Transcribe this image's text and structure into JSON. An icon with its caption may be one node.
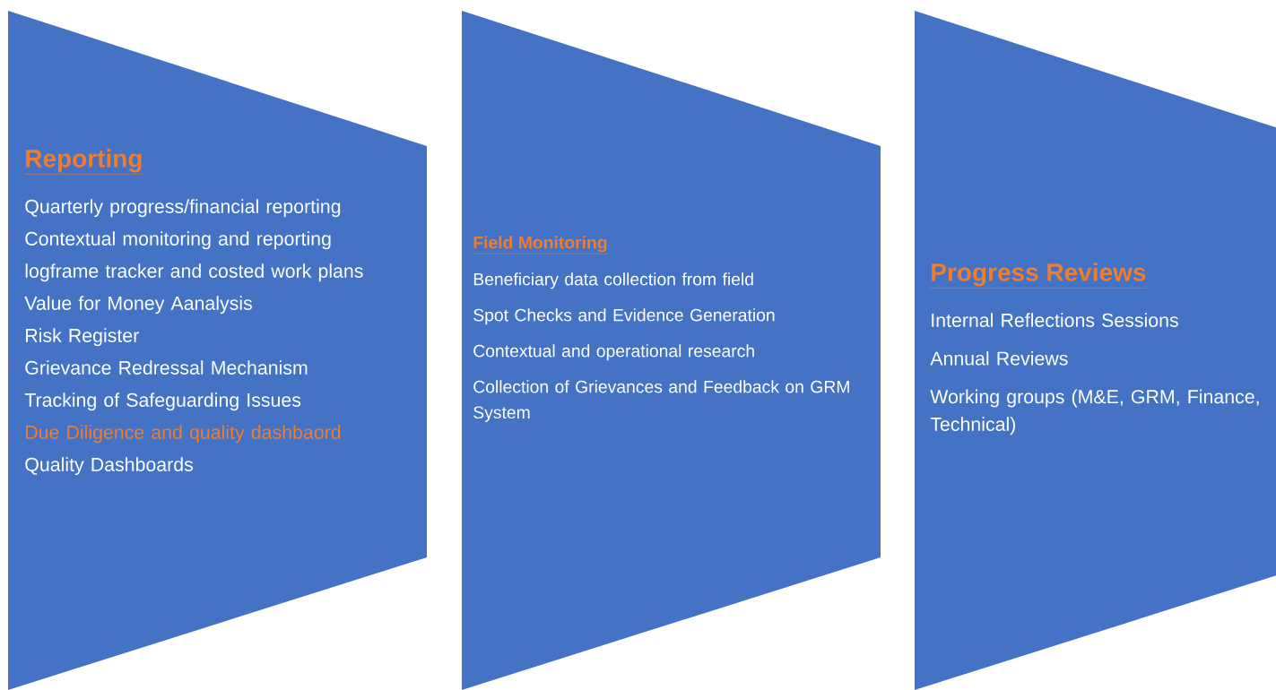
{
  "diagram": {
    "nodes": [
      {
        "text": [
          "Reporting",
          "Quarterly progress/financial reporting",
          "Contextual monitoring and reporting",
          "logframe tracker and costed work plans",
          "Value for Money Aanalysis",
          "Risk Register",
          "Grievance Redressal Mechanism",
          "Tracking of Safeguarding  Issues",
          "Due Diligence and quality dashbaord",
          "Quality Dashboards"
        ]
      },
      {
        "text": [
          "Field Monitoring",
          "Beneficiary data collection from field",
          "Spot Checks and Evidence Generation",
          "Contextual and operational research",
          "Collection of Grievances and Feedback on GRM System"
        ]
      },
      {
        "text": [
          "Progress Reviews",
          "Internal Reflections  Sessions",
          "Annual Reviews",
          "Working groups (M&E, GRM, Finance, Technical)"
        ]
      }
    ]
  }
}
